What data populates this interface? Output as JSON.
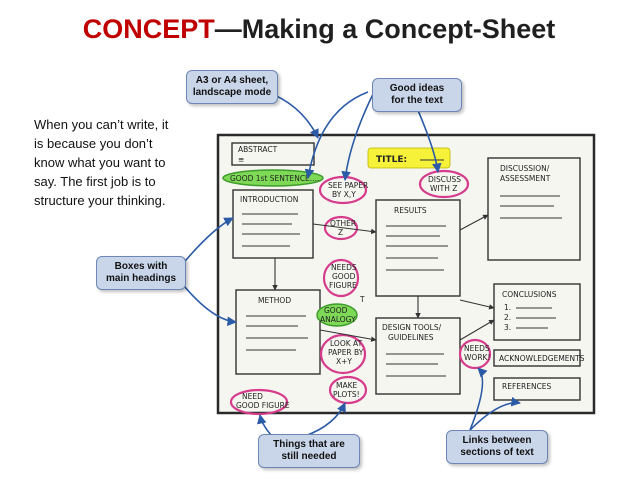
{
  "heading": {
    "accent": "CONCEPT",
    "rest": "—Making a Concept-Sheet"
  },
  "body_text": "When you can’t write, it is because you don’t know what you want to say. The first job is to structure your thinking.",
  "callouts": {
    "sheet": [
      "A3 or A4 sheet,",
      "landscape mode"
    ],
    "ideas": [
      "Good ideas",
      "for the text"
    ],
    "boxes": [
      "Boxes with",
      "main headings"
    ],
    "needed": [
      "Things that are",
      "still needed"
    ],
    "links": [
      "Links between",
      "sections of text"
    ]
  },
  "sketch": {
    "abstract": "ABSTRACT",
    "title": "TITLE:",
    "good_sentence": "GOOD 1st SENTENCE....",
    "introduction": "INTRODUCTION",
    "see_paper": [
      "SEE PAPER",
      "BY X,Y"
    ],
    "other": [
      "OTHER",
      "Z"
    ],
    "discuss": [
      "DISCUSS",
      "WITH Z"
    ],
    "results": "RESULTS",
    "discussion": [
      "DISCUSSION/",
      "ASSESSMENT"
    ],
    "needs_figure": [
      "NEEDS",
      "GOOD",
      "FIGURE"
    ],
    "conclusions": "CONCLUSIONS",
    "conclusion_items": [
      "1.",
      "2.",
      "3."
    ],
    "method": "METHOD",
    "good_analogy": [
      "GOOD",
      "ANALOGY"
    ],
    "design_tools": [
      "DESIGN TOOLS/",
      "GUIDELINES"
    ],
    "look_at_paper": [
      "LOOK AT",
      "PAPER BY",
      "X+Y"
    ],
    "needs_work": [
      "NEEDS",
      "WORK!"
    ],
    "acknowledgements": "ACKNOWLEDGEMENTS",
    "references": "REFERENCES",
    "need_figure": [
      "NEED",
      "GOOD FIGURE"
    ],
    "make_plots": [
      "MAKE",
      "PLOTS!"
    ],
    "t_label": "T"
  },
  "colors": {
    "accent": "#c00000",
    "callout_fill": "#c9d6ea",
    "callout_border": "#6e86b3",
    "highlight_green": "#7ed957",
    "highlight_pink": "#d63c8c",
    "title_yellow": "#f6f23a"
  }
}
